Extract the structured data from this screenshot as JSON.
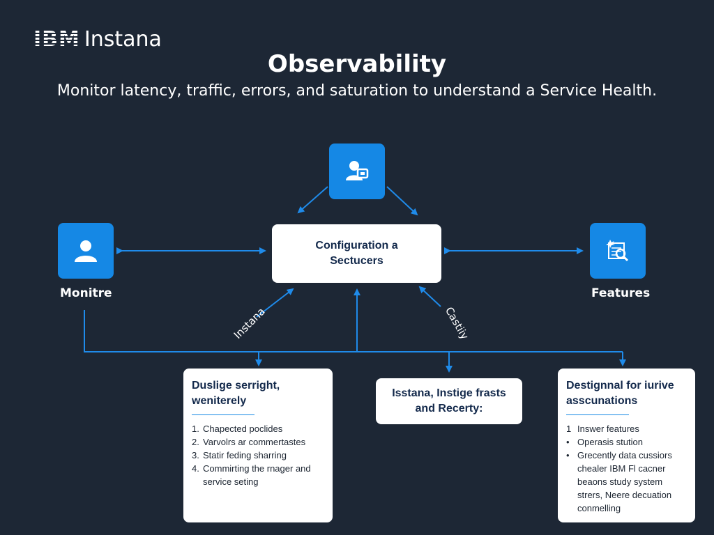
{
  "brand": {
    "ibm": "IBM",
    "product": "Instana"
  },
  "title": "Observability",
  "subtitle": "Monitor latency, traffic, errors, and saturation to understand a Service Health.",
  "icons": {
    "top": "user-security-icon",
    "left": "user-icon",
    "right": "search-chart-icon"
  },
  "labels": {
    "left": "Monitre",
    "right": "Features"
  },
  "center": {
    "line1": "Configuration a",
    "line2": "Sectucers"
  },
  "connector_labels": {
    "left": "Instana",
    "right": "Castiiy"
  },
  "cards": {
    "left": {
      "title_line1": "Duslige serright,",
      "title_line2": "weniterely",
      "items": [
        {
          "marker": "1.",
          "text": "Chapected poclides"
        },
        {
          "marker": "2.",
          "text": "Varvolrs ar commertastes"
        },
        {
          "marker": "3.",
          "text": "Statir feding sharring"
        },
        {
          "marker": "4.",
          "text": "Commirting the rnager and"
        },
        {
          "marker": "",
          "text": "service seting"
        }
      ]
    },
    "mid": {
      "line1": "Isstana, Instige frasts",
      "line2": "and Recerty:"
    },
    "right": {
      "title_line1": "Destignnal for iurive",
      "title_line2": "asscunations",
      "items": [
        {
          "marker": "1",
          "text": "Inswer features"
        },
        {
          "marker": "•",
          "text": "Operasis stution"
        },
        {
          "marker": "•",
          "text": "Grecently data cussiors"
        },
        {
          "marker": "",
          "text": "chealer IBM Fl cacner"
        },
        {
          "marker": "",
          "text": "beaons study system"
        },
        {
          "marker": "",
          "text": "strers, Neere decuation"
        },
        {
          "marker": "",
          "text": "conmelling"
        }
      ]
    }
  },
  "colors": {
    "background": "#1d2735",
    "accent": "#1588e5",
    "navy_text": "#13294b"
  }
}
